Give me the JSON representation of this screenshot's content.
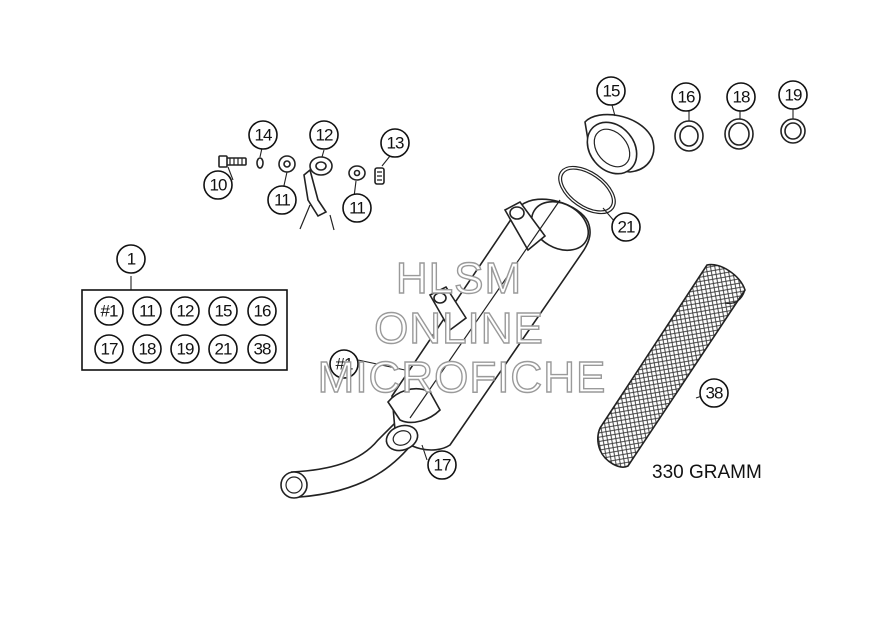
{
  "watermark": {
    "line1": "HLSM",
    "line2": "ONLINE",
    "line3": "MICROFICHE"
  },
  "weight_note": "330 GRAMM",
  "callouts": {
    "c1": "1",
    "c10": "10",
    "c11a": "11",
    "c11b": "11",
    "c12": "12",
    "c13": "13",
    "c14": "14",
    "c15": "15",
    "c16": "16",
    "c17": "17",
    "c18": "18",
    "c19": "19",
    "c21": "21",
    "c38": "38",
    "c_h1": "#1"
  },
  "kit": {
    "row1": [
      "#1",
      "11",
      "12",
      "15",
      "16"
    ],
    "row2": [
      "17",
      "18",
      "19",
      "21",
      "38"
    ]
  }
}
